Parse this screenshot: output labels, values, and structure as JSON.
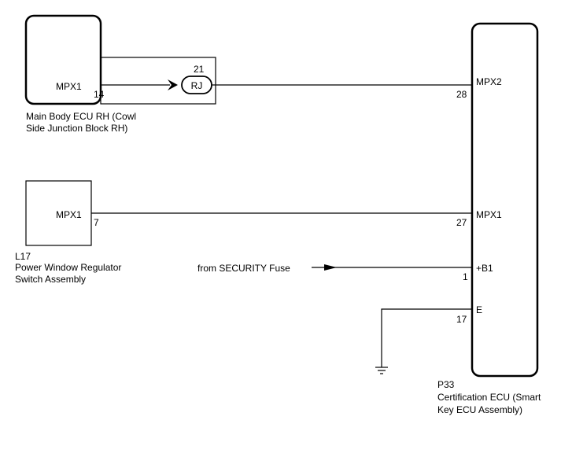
{
  "components": {
    "main_body_ecu": {
      "name_line1": "Main Body ECU RH (Cowl",
      "name_line2": "Side Junction Block RH)",
      "pin_label": "MPX1",
      "pin_number": "14"
    },
    "junction_connector": {
      "label": "RJ",
      "pin_number": "21"
    },
    "power_window_switch": {
      "code": "L17",
      "name_line1": "Power Window Regulator",
      "name_line2": "Switch Assembly",
      "pin_label": "MPX1",
      "pin_number": "7"
    },
    "certification_ecu": {
      "code": "P33",
      "name_line1": "Certification ECU (Smart",
      "name_line2": "Key ECU Assembly)",
      "pins": [
        {
          "label": "MPX2",
          "number": "28"
        },
        {
          "label": "MPX1",
          "number": "27"
        },
        {
          "label": "+B1",
          "number": "1"
        },
        {
          "label": "E",
          "number": "17"
        }
      ]
    }
  },
  "power_source": {
    "label": "from SECURITY Fuse"
  }
}
